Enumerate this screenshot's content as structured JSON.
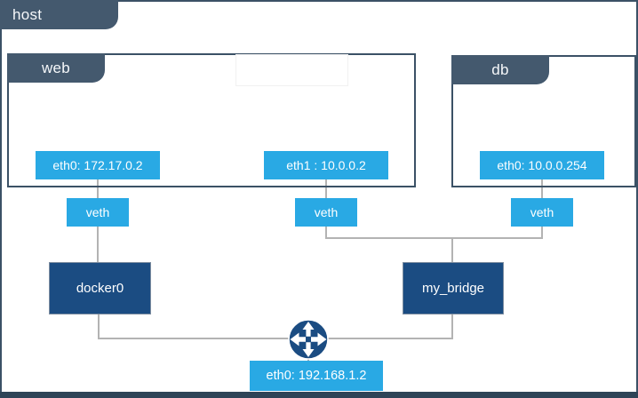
{
  "host": {
    "label": "host",
    "interface": {
      "label": "eth0: 192.168.1.2"
    }
  },
  "containers": {
    "web": {
      "label": "web",
      "eth0": "eth0: 172.17.0.2",
      "eth1": "eth1 : 10.0.0.2"
    },
    "db": {
      "label": "db",
      "eth0": "eth0: 10.0.0.254"
    }
  },
  "veth": {
    "left": "veth",
    "middle": "veth",
    "right": "veth"
  },
  "bridges": {
    "docker0": "docker0",
    "my_bridge": "my_bridge"
  },
  "icons": {
    "router": "router-icon"
  },
  "colors": {
    "accent_blue": "#29a9e4",
    "navy": "#1b4c82",
    "slate_tab": "#44596e",
    "frame_border": "#3b5166",
    "bottom_bar": "#2e4457",
    "connector_line": "#b3b3b3"
  }
}
